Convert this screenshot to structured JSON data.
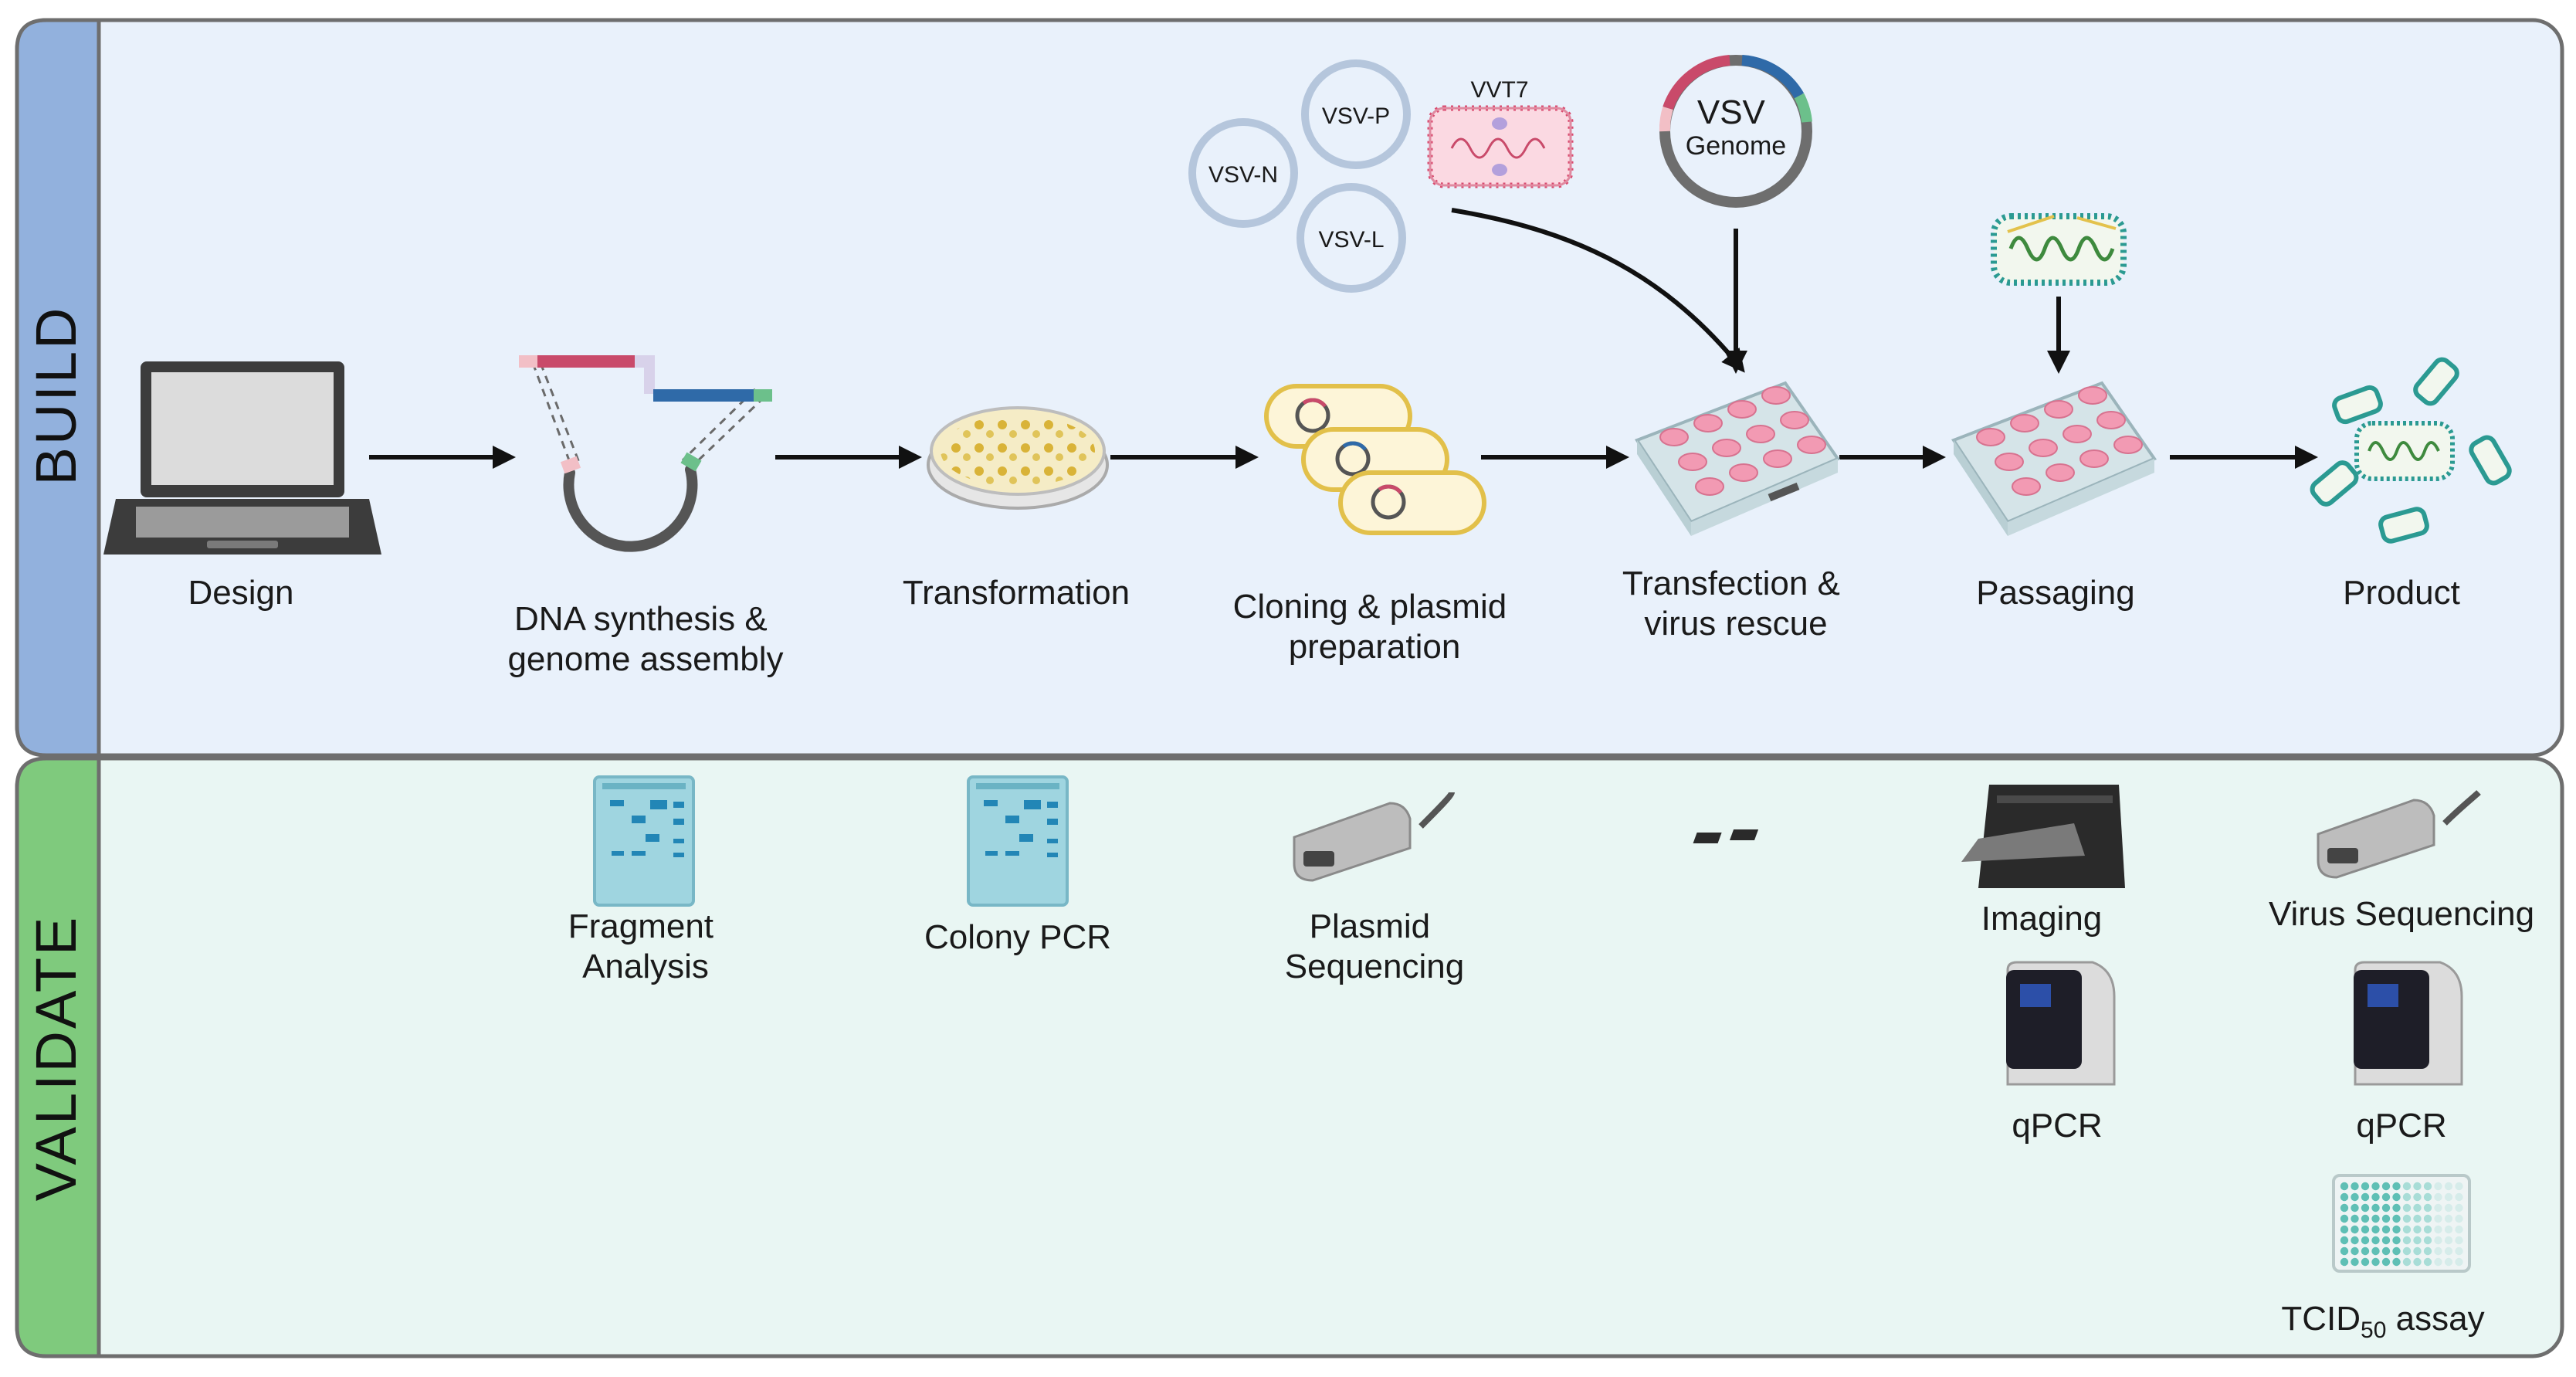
{
  "sections": {
    "build": "BUILD",
    "validate": "VALIDATE"
  },
  "build_steps": {
    "design": [
      "Design"
    ],
    "dna": [
      "DNA synthesis &",
      "genome assembly"
    ],
    "transformation": [
      "Transformation"
    ],
    "cloning": [
      "Cloning & plasmid",
      "preparation"
    ],
    "transfection": [
      "Transfection &",
      "virus rescue"
    ],
    "passaging": [
      "Passaging"
    ],
    "product": [
      "Product"
    ]
  },
  "helpers": {
    "vsv_n": "VSV-N",
    "vsv_p": "VSV-P",
    "vsv_l": "VSV-L",
    "vvt7": "VVT7",
    "genome": [
      "VSV",
      "Genome"
    ]
  },
  "validate_steps": {
    "fragment": [
      "Fragment",
      "Analysis"
    ],
    "colony": [
      "Colony PCR"
    ],
    "plasmid_seq": [
      "Plasmid",
      "Sequencing"
    ],
    "imaging": [
      "Imaging"
    ],
    "qpcr_1": [
      "qPCR"
    ],
    "virus_seq": [
      "Virus Sequencing"
    ],
    "qpcr_2": [
      "qPCR"
    ],
    "tcid_main": "TCID",
    "tcid_sub": "50",
    "tcid_rest": " assay"
  },
  "colors": {
    "build_panel": "#e9f1fb",
    "build_tab": "#92b1dd",
    "validate_panel": "#e9f6f3",
    "validate_tab": "#7fca7d",
    "border": "#6e6e6e",
    "arrow": "#111111",
    "pink": "#c94a6a",
    "blue": "#2f6aa8",
    "green": "#6cc08b",
    "teal": "#2b9a92"
  }
}
